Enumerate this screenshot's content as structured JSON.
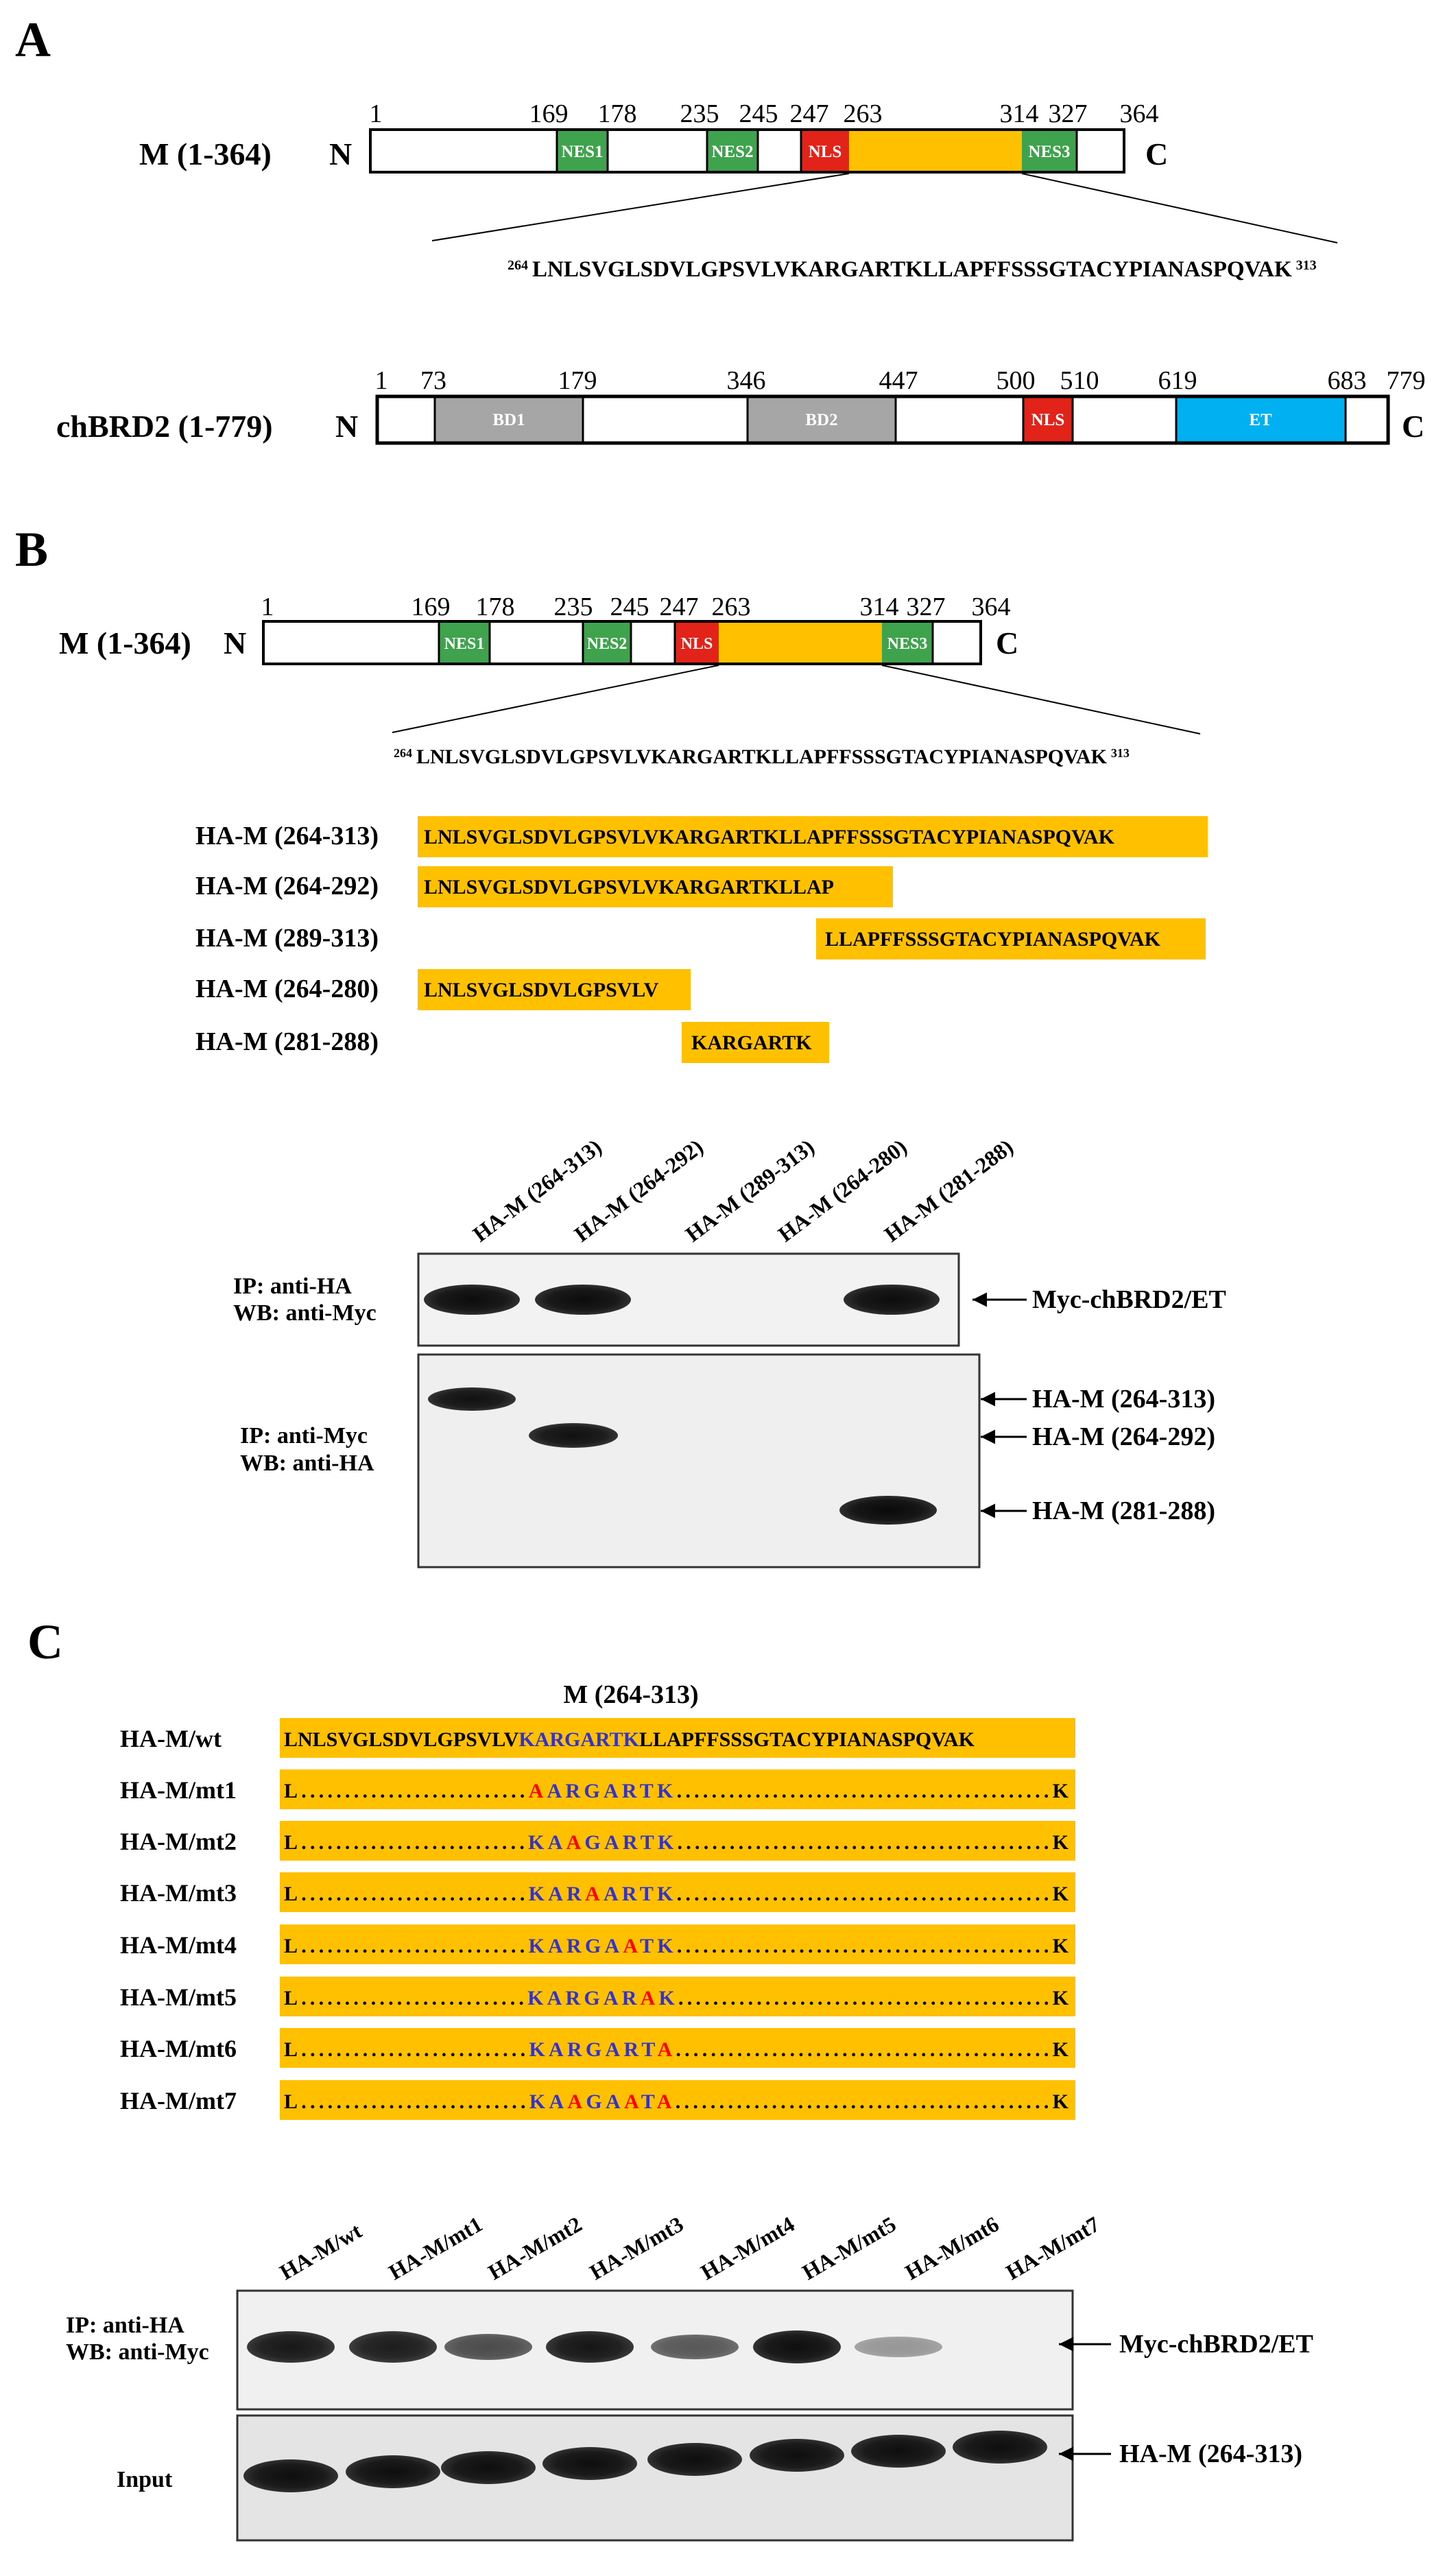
{
  "colors": {
    "nes": "#3fa34d",
    "nls": "#e2231a",
    "core": "#ffc000",
    "bd": "#a6a6a6",
    "et": "#00b0f0",
    "mutated": "#ff0000",
    "motif": "#3333cc"
  },
  "panelA": {
    "label": "A",
    "m": {
      "name": "M (1-364)",
      "n": "N",
      "c": "C",
      "ticks": [
        "1",
        "169",
        "178",
        "235",
        "245",
        "247",
        "263",
        "314",
        "327",
        "364"
      ],
      "nes1": "NES1",
      "nes2": "NES2",
      "nls": "NLS",
      "nes3": "NES3",
      "seq_start": "264",
      "seq": "LNLSVGLSDVLGPSVLVKARGARTKLLAPFFSSSGTACYPIANASPQVAK",
      "seq_end": "313"
    },
    "brd": {
      "name": "chBRD2 (1-779)",
      "n": "N",
      "c": "C",
      "ticks": [
        "1",
        "73",
        "179",
        "346",
        "447",
        "500",
        "510",
        "619",
        "683",
        "779"
      ],
      "bd1": "BD1",
      "bd2": "BD2",
      "nls": "NLS",
      "et": "ET"
    }
  },
  "panelB": {
    "label": "B",
    "m": {
      "name": "M (1-364)",
      "n": "N",
      "c": "C",
      "ticks": [
        "1",
        "169",
        "178",
        "235",
        "245",
        "247",
        "263",
        "314",
        "327",
        "364"
      ],
      "nes1": "NES1",
      "nes2": "NES2",
      "nls": "NLS",
      "nes3": "NES3",
      "seq_start": "264",
      "seq": "LNLSVGLSDVLGPSVLVKARGARTKLLAPFFSSSGTACYPIANASPQVAK",
      "seq_end": "313"
    },
    "constructs": [
      {
        "name": "HA-M (264-313)",
        "seq": "LNLSVGLSDVLGPSVLVKARGARTKLLAPFFSSSGTACYPIANASPQVAK"
      },
      {
        "name": "HA-M (264-292)",
        "seq": "LNLSVGLSDVLGPSVLVKARGARTKLLAP"
      },
      {
        "name": "HA-M (289-313)",
        "seq": "LLAPFFSSSGTACYPIANASPQVAK"
      },
      {
        "name": "HA-M (264-280)",
        "seq": "LNLSVGLSDVLGPSVLV"
      },
      {
        "name": "HA-M (281-288)",
        "seq": "KARGARTK"
      }
    ],
    "lanes": [
      "HA-M (264-313)",
      "HA-M (264-292)",
      "HA-M (289-313)",
      "HA-M (264-280)",
      "HA-M (281-288)"
    ],
    "blot1": {
      "ip": "IP: anti-HA",
      "wb": "WB: anti-Myc",
      "band": "Myc-chBRD2/ET"
    },
    "blot2": {
      "ip": "IP: anti-Myc",
      "wb": "WB: anti-HA",
      "bands": [
        "HA-M (264-313)",
        "HA-M (264-292)",
        "HA-M (281-288)"
      ]
    }
  },
  "panelC": {
    "label": "C",
    "header": "M (264-313)",
    "rows": [
      {
        "name": "HA-M/wt",
        "seg": [
          "LNLSVGLSDVLGPSVLV",
          "KARGARTK",
          "LLAPFFSSSGTACYPIANASPQVAK"
        ]
      },
      {
        "name": "HA-M/mt1",
        "seg": [
          "L",
          "..........................",
          "",
          "A",
          "ARGARTK",
          "",
          "...........................................",
          "K"
        ]
      },
      {
        "name": "HA-M/mt2",
        "seg": [
          "L",
          "..........................",
          "KA",
          "A",
          "GARTK",
          "",
          "...........................................",
          "K"
        ]
      },
      {
        "name": "HA-M/mt3",
        "seg": [
          "L",
          "..........................",
          "KAR",
          "A",
          "ARTK",
          "",
          "...........................................",
          "K"
        ]
      },
      {
        "name": "HA-M/mt4",
        "seg": [
          "L",
          "..........................",
          "KARGA",
          "A",
          "TK",
          "",
          "...........................................",
          "K"
        ]
      },
      {
        "name": "HA-M/mt5",
        "seg": [
          "L",
          "..........................",
          "KARGAR",
          "A",
          "K",
          "",
          "...........................................",
          "K"
        ]
      },
      {
        "name": "HA-M/mt6",
        "seg": [
          "L",
          "..........................",
          "KARGART",
          "A",
          "",
          "",
          "...........................................",
          "K"
        ]
      },
      {
        "name": "HA-M/mt7",
        "seg": [
          "L",
          "..........................",
          "KA",
          "A",
          "GA",
          "A",
          "T",
          "A",
          "...........................................",
          "K"
        ]
      }
    ],
    "lanes": [
      "HA-M/wt",
      "HA-M/mt1",
      "HA-M/mt2",
      "HA-M/mt3",
      "HA-M/mt4",
      "HA-M/mt5",
      "HA-M/mt6",
      "HA-M/mt7"
    ],
    "blot1": {
      "ip": "IP: anti-HA",
      "wb": "WB: anti-Myc",
      "band": "Myc-chBRD2/ET"
    },
    "blot2": {
      "label": "Input",
      "band": "HA-M (264-313)"
    }
  }
}
